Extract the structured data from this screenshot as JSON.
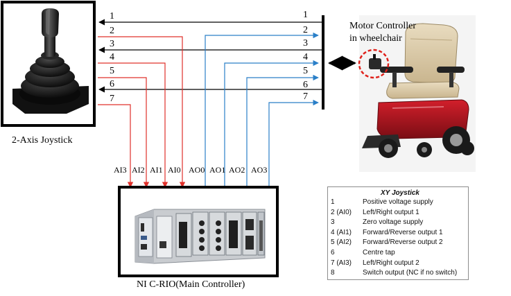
{
  "joystick_caption": "2-Axis Joystick",
  "controller_caption": "NI C-RIO(Main Controller)",
  "motor_controller_label": [
    "Motor Controller",
    "in wheelchair"
  ],
  "joystick_wire_numbers": [
    "1",
    "2",
    "3",
    "4",
    "5",
    "6",
    "7"
  ],
  "bus_wire_numbers": [
    "1",
    "2",
    "3",
    "4",
    "5",
    "6",
    "7"
  ],
  "analog_inputs": [
    "AI3",
    "AI2",
    "AI1",
    "AI0"
  ],
  "analog_outputs": [
    "AO0",
    "AO1",
    "AO2",
    "AO3"
  ],
  "colors": {
    "input_wire": "#e0302a",
    "output_wire": "#2a7fc8",
    "black_wire": "#000000",
    "highlight": "#e0201a"
  },
  "legend": {
    "title": "XY Joystick",
    "rows": [
      {
        "pin": "1",
        "desc": "Positive voltage supply"
      },
      {
        "pin": "2 (AI0)",
        "desc": "Left/Right output 1"
      },
      {
        "pin": "3",
        "desc": "Zero voltage supply"
      },
      {
        "pin": "4 (AI1)",
        "desc": "Forward/Reverse output 1"
      },
      {
        "pin": "5 (AI2)",
        "desc": "Forward/Reverse output 2"
      },
      {
        "pin": "6",
        "desc": "Centre tap"
      },
      {
        "pin": "7 (AI3)",
        "desc": "Left/Right output 2"
      },
      {
        "pin": "8",
        "desc": "Switch output (NC if no switch)"
      }
    ]
  }
}
